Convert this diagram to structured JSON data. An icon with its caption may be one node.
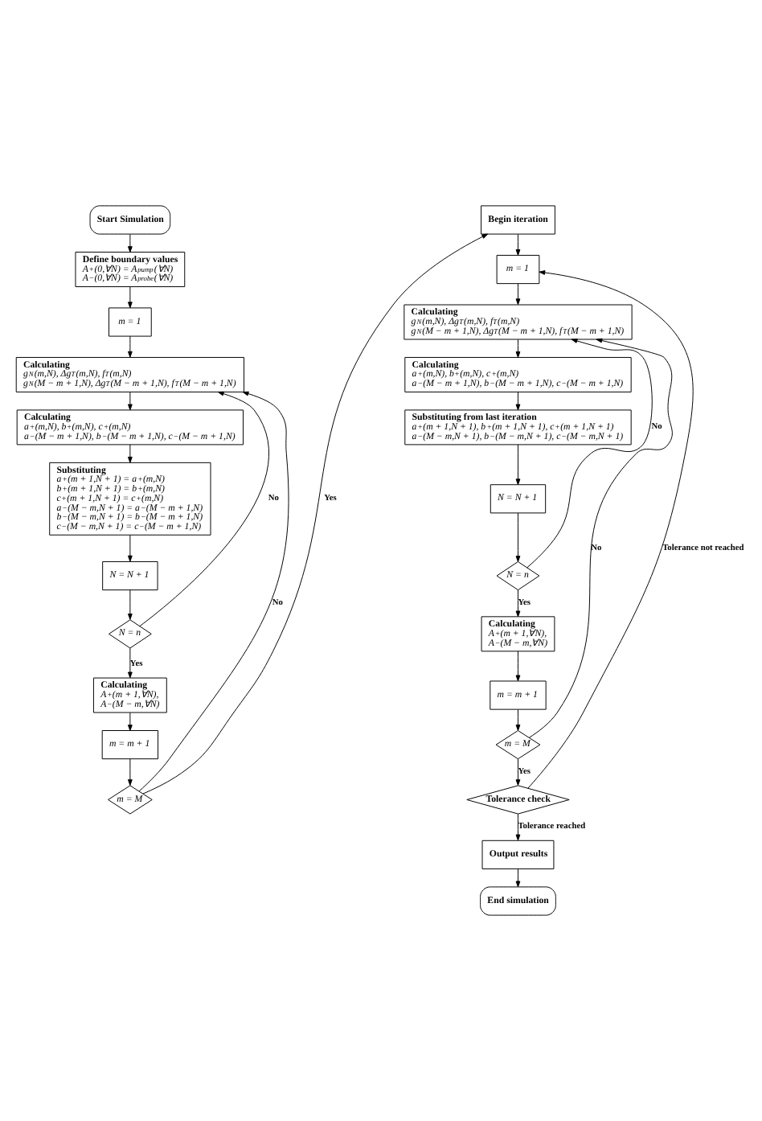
{
  "diagram": {
    "nodes": [
      {
        "text": [
          "Start Simulation"
        ]
      },
      {
        "text": [
          "Define boundary values",
          "A$^{+}$(0,∀N) = A$_{pump}$(∀N)",
          "A$^{−}$(0,∀N) = A$_{probe}$(∀N)"
        ]
      },
      {
        "text": [
          "m = 1"
        ]
      },
      {
        "text": [
          "Calculating",
          "g$_{N}$(m,N), Δg$_{T}$(m,N), f$_{T}$(m,N)",
          "g$_{N}$(M − m + 1,N), Δg$_{T}$(M − m + 1,N), f$_{T}$(M − m + 1,N)"
        ]
      },
      {
        "text": [
          "Calculating",
          "a$^{+}$(m,N), b$^{+}$(m,N), c$^{+}$(m,N)",
          "a$^{−}$(M − m + 1,N), b$^{−}$(M − m + 1,N), c$^{−}$(M − m + 1,N)"
        ]
      },
      {
        "text": [
          "Substituting",
          "a$^{+}$(m + 1,N + 1) = a$^{+}$(m,N)",
          "b$^{+}$(m + 1,N + 1) = b$^{+}$(m,N)",
          "c$^{+}$(m + 1,N + 1) = c$^{+}$(m,N)",
          "a$^{−}$(M − m,N + 1) = a$^{−}$(M − m + 1,N)",
          "b$^{−}$(M − m,N + 1) = b$^{−}$(M − m + 1,N)",
          "c$^{−}$(M − m,N + 1) = c$^{−}$(M − m + 1,N)"
        ]
      },
      {
        "text": [
          "N = N + 1"
        ]
      },
      {
        "text": [
          "N = n"
        ]
      },
      {
        "text": [
          "Calculating",
          "A$^{+}$(m + 1,∀N),",
          "A$^{−}$(M − m,∀N)"
        ]
      },
      {
        "text": [
          "m = m + 1"
        ]
      },
      {
        "text": [
          "m = M"
        ]
      },
      {
        "text": [
          "Begin iteration"
        ]
      },
      {
        "text": [
          "m = 1"
        ]
      },
      {
        "text": [
          "Calculating",
          "g$_{N}$(m,N), Δg$_{T}$(m,N), f$_{T}$(m,N)",
          "g$_{N}$(M − m + 1,N), Δg$_{T}$(M − m + 1,N), f$_{T}$(M − m + 1,N)"
        ]
      },
      {
        "text": [
          "Calculating",
          "a$^{+}$(m,N), b$^{+}$(m,N), c$^{+}$(m,N)",
          "a$^{−}$(M − m + 1,N), b$^{−}$(M − m + 1,N), c$^{−}$(M − m + 1,N)"
        ]
      },
      {
        "text": [
          "Substituting from last iteration",
          "a$^{+}$(m + 1,N + 1), b$^{+}$(m + 1,N + 1), c$^{+}$(m + 1,N + 1)",
          "a$^{−}$(M − m,N + 1), b$^{−}$(M − m,N + 1), c$^{−}$(M − m,N + 1)"
        ]
      },
      {
        "text": [
          "N = N + 1"
        ]
      },
      {
        "text": [
          "N = n"
        ]
      },
      {
        "text": [
          "Calculating",
          "A$^{+}$(m + 1,∀N),",
          "A$^{−}$(M − m,∀N)"
        ]
      },
      {
        "text": [
          "m = m + 1"
        ]
      },
      {
        "text": [
          "m = M"
        ]
      },
      {
        "text": [
          "Tolerance check"
        ]
      },
      {
        "text": [
          "Output results"
        ]
      },
      {
        "text": [
          "End simulation"
        ]
      }
    ],
    "edges": [
      {
        "from": 0,
        "to": 1,
        "arrow": "to"
      },
      {
        "from": 1,
        "to": 2,
        "arrow": "to"
      },
      {
        "from": 2,
        "to": 3,
        "arrow": "to"
      },
      {
        "from": 3,
        "to": 4,
        "arrow": "to"
      },
      {
        "from": 4,
        "to": 5,
        "arrow": "to"
      },
      {
        "from": 5,
        "to": 6,
        "arrow": "to"
      },
      {
        "from": 6,
        "to": 7,
        "arrow": "to"
      },
      {
        "from": 7,
        "to": 3,
        "arrow": "to",
        "label": "No"
      },
      {
        "from": 7,
        "to": 8,
        "arrow": "to",
        "label": "Yes"
      },
      {
        "from": 8,
        "to": 9,
        "arrow": "to"
      },
      {
        "from": 9,
        "to": 10,
        "arrow": "to"
      },
      {
        "from": 10,
        "to": 3,
        "arrow": "to",
        "label": "No"
      },
      {
        "from": 10,
        "to": 11,
        "arrow": "to",
        "label": "Yes"
      },
      {
        "from": 11,
        "to": 12,
        "arrow": "to"
      },
      {
        "from": 12,
        "to": 13,
        "arrow": "to"
      },
      {
        "from": 13,
        "to": 14,
        "arrow": "to"
      },
      {
        "from": 14,
        "to": 15,
        "arrow": "to"
      },
      {
        "from": 15,
        "to": 16,
        "arrow": "to"
      },
      {
        "from": 16,
        "to": 17,
        "arrow": "to"
      },
      {
        "from": 17,
        "to": 13,
        "arrow": "to",
        "label": "No"
      },
      {
        "from": 17,
        "to": 18,
        "arrow": "to",
        "label": "Yes"
      },
      {
        "from": 18,
        "to": 19,
        "arrow": "to"
      },
      {
        "from": 19,
        "to": 20,
        "arrow": "to"
      },
      {
        "from": 20,
        "to": 13,
        "arrow": "to",
        "label": "No"
      },
      {
        "from": 20,
        "to": 21,
        "arrow": "to",
        "label": "Yes"
      },
      {
        "from": 21,
        "to": 12,
        "arrow": "to",
        "label": "Tolerance not reached"
      },
      {
        "from": 21,
        "to": 22,
        "arrow": "to",
        "label": "Tolerance reached"
      },
      {
        "from": 22,
        "to": 23,
        "arrow": "to"
      }
    ]
  }
}
